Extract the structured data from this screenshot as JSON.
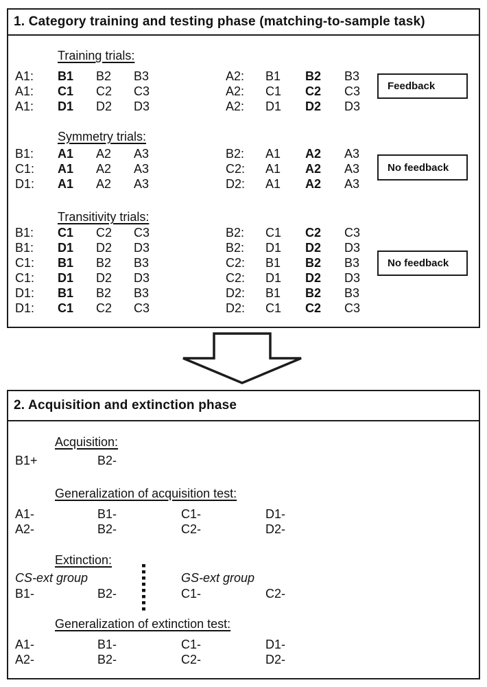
{
  "colors": {
    "line": "#1c1c1c",
    "text": "#111111",
    "background": "#ffffff"
  },
  "panel1": {
    "title": "1. Category training and testing phase (matching-to-sample task)",
    "sections": [
      {
        "heading": "Training trials:",
        "note_label": "Feedback",
        "rows": [
          {
            "left_sample": "A1:",
            "left_comparisons": [
              "B1",
              "B2",
              "B3"
            ],
            "left_correct": "B1",
            "right_sample": "A2:",
            "right_comparisons": [
              "B1",
              "B2",
              "B3"
            ],
            "right_correct": "B2"
          },
          {
            "left_sample": "A1:",
            "left_comparisons": [
              "C1",
              "C2",
              "C3"
            ],
            "left_correct": "C1",
            "right_sample": "A2:",
            "right_comparisons": [
              "C1",
              "C2",
              "C3"
            ],
            "right_correct": "C2"
          },
          {
            "left_sample": "A1:",
            "left_comparisons": [
              "D1",
              "D2",
              "D3"
            ],
            "left_correct": "D1",
            "right_sample": "A2:",
            "right_comparisons": [
              "D1",
              "D2",
              "D3"
            ],
            "right_correct": "D2"
          }
        ]
      },
      {
        "heading": "Symmetry trials:",
        "note_label": "No feedback",
        "rows": [
          {
            "left_sample": "B1:",
            "left_comparisons": [
              "A1",
              "A2",
              "A3"
            ],
            "left_correct": "A1",
            "right_sample": "B2:",
            "right_comparisons": [
              "A1",
              "A2",
              "A3"
            ],
            "right_correct": "A2"
          },
          {
            "left_sample": "C1:",
            "left_comparisons": [
              "A1",
              "A2",
              "A3"
            ],
            "left_correct": "A1",
            "right_sample": "C2:",
            "right_comparisons": [
              "A1",
              "A2",
              "A3"
            ],
            "right_correct": "A2"
          },
          {
            "left_sample": "D1:",
            "left_comparisons": [
              "A1",
              "A2",
              "A3"
            ],
            "left_correct": "A1",
            "right_sample": "D2:",
            "right_comparisons": [
              "A1",
              "A2",
              "A3"
            ],
            "right_correct": "A2"
          }
        ]
      },
      {
        "heading": "Transitivity trials:",
        "note_label": "No feedback",
        "rows": [
          {
            "left_sample": "B1:",
            "left_comparisons": [
              "C1",
              "C2",
              "C3"
            ],
            "left_correct": "C1",
            "right_sample": "B2:",
            "right_comparisons": [
              "C1",
              "C2",
              "C3"
            ],
            "right_correct": "C2"
          },
          {
            "left_sample": "B1:",
            "left_comparisons": [
              "D1",
              "D2",
              "D3"
            ],
            "left_correct": "D1",
            "right_sample": "B2:",
            "right_comparisons": [
              "D1",
              "D2",
              "D3"
            ],
            "right_correct": "D2"
          },
          {
            "left_sample": "C1:",
            "left_comparisons": [
              "B1",
              "B2",
              "B3"
            ],
            "left_correct": "B1",
            "right_sample": "C2:",
            "right_comparisons": [
              "B1",
              "B2",
              "B3"
            ],
            "right_correct": "B2"
          },
          {
            "left_sample": "C1:",
            "left_comparisons": [
              "D1",
              "D2",
              "D3"
            ],
            "left_correct": "D1",
            "right_sample": "C2:",
            "right_comparisons": [
              "D1",
              "D2",
              "D3"
            ],
            "right_correct": "D2"
          },
          {
            "left_sample": "D1:",
            "left_comparisons": [
              "B1",
              "B2",
              "B3"
            ],
            "left_correct": "B1",
            "right_sample": "D2:",
            "right_comparisons": [
              "B1",
              "B2",
              "B3"
            ],
            "right_correct": "B2"
          },
          {
            "left_sample": "D1:",
            "left_comparisons": [
              "C1",
              "C2",
              "C3"
            ],
            "left_correct": "C1",
            "right_sample": "D2:",
            "right_comparisons": [
              "C1",
              "C2",
              "C3"
            ],
            "right_correct": "C2"
          }
        ]
      }
    ]
  },
  "panel2": {
    "title": "2. Acquisition and extinction phase",
    "acquisition": {
      "heading": "Acquisition:",
      "cells": [
        "B1+",
        "B2-"
      ]
    },
    "generalization_acquisition": {
      "heading": "Generalization of acquisition test:",
      "rows": [
        [
          "A1-",
          "B1-",
          "C1-",
          "D1-"
        ],
        [
          "A2-",
          "B2-",
          "C2-",
          "D2-"
        ]
      ]
    },
    "extinction": {
      "heading": "Extinction:",
      "groups": [
        {
          "label": "CS-ext group",
          "cells": [
            "B1-",
            "B2-"
          ]
        },
        {
          "label": "GS-ext group",
          "cells": [
            "C1-",
            "C2-"
          ]
        }
      ]
    },
    "generalization_extinction": {
      "heading": "Generalization of extinction test:",
      "rows": [
        [
          "A1-",
          "B1-",
          "C1-",
          "D1-"
        ],
        [
          "A2-",
          "B2-",
          "C2-",
          "D2-"
        ]
      ]
    }
  }
}
